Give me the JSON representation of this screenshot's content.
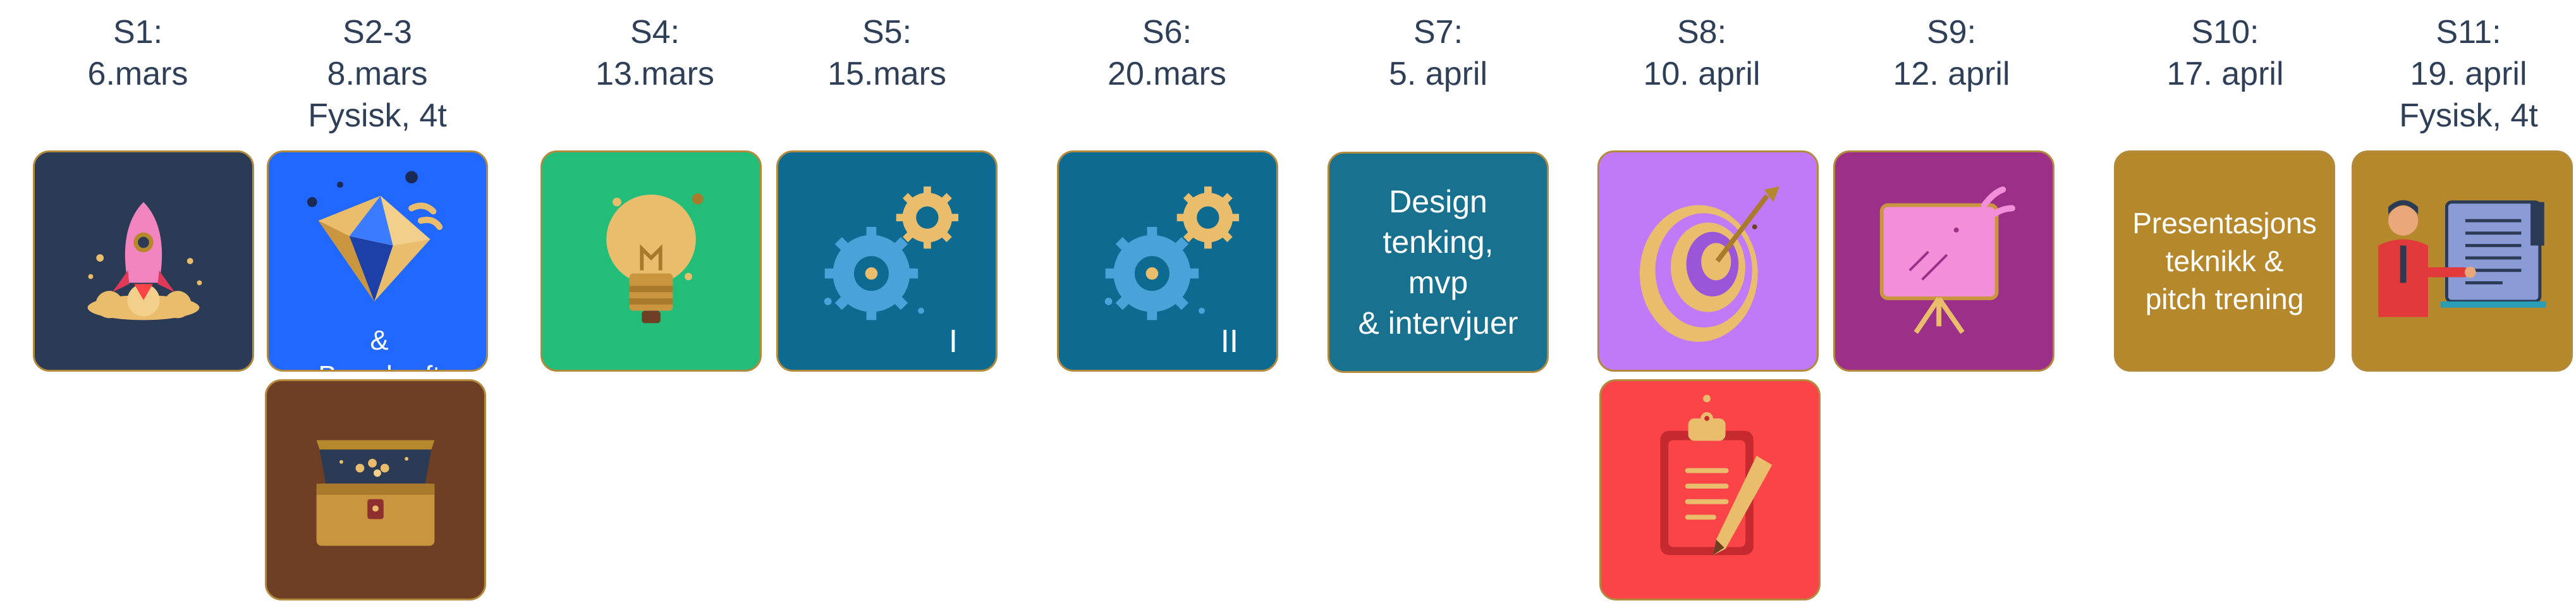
{
  "sessions": [
    {
      "code": "S1:",
      "date": "6.mars",
      "note": ""
    },
    {
      "code": "S2-3",
      "date": "8.mars",
      "note": "Fysisk, 4t"
    },
    {
      "code": "S4:",
      "date": "13.mars",
      "note": ""
    },
    {
      "code": "S5:",
      "date": "15.mars",
      "note": ""
    },
    {
      "code": "S6:",
      "date": "20.mars",
      "note": ""
    },
    {
      "code": "S7:",
      "date": "5. april",
      "note": ""
    },
    {
      "code": "S8:",
      "date": "10. april",
      "note": ""
    },
    {
      "code": "S9:",
      "date": "12. april",
      "note": ""
    },
    {
      "code": "S10:",
      "date": "17. april",
      "note": ""
    },
    {
      "code": "S11:",
      "date": "19. april",
      "note": "Fysisk, 4t"
    }
  ],
  "tiles": {
    "s2_overlay": [
      "&",
      "Bærekraft"
    ],
    "s5_marker": "I",
    "s6_marker": "II",
    "s7_lines": [
      "Design",
      "tenking,",
      "mvp",
      "& intervjuer"
    ],
    "s10_lines": [
      "Presentasjons",
      "teknikk &",
      "pitch trening"
    ]
  },
  "colors": {
    "navy": "#2b3a55",
    "blue": "#2068ff",
    "green": "#22bd78",
    "teal": "#0d6a91",
    "teal_light": "#17718f",
    "violet": "#c07af7",
    "magenta": "#9c2f88",
    "gold": "#b6882c",
    "brown": "#6e3e25",
    "red": "#fb4448",
    "accent": "#e9bd6c"
  },
  "icons": [
    "rocket-icon",
    "diamond-icon",
    "treasure-chest-icon",
    "lightbulb-icon",
    "gears-icon",
    "target-icon",
    "clipboard-icon",
    "presentation-board-icon",
    "presenter-icon"
  ]
}
